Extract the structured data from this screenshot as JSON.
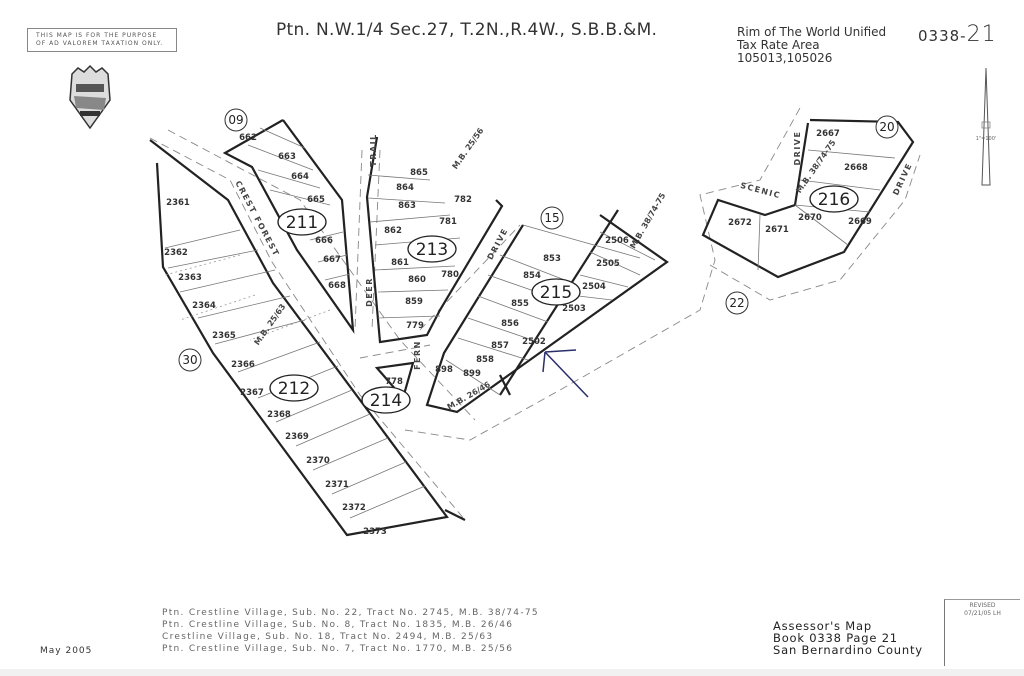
{
  "disclaimer": [
    "THIS MAP IS FOR THE PURPOSE",
    "OF AD VALOREM TAXATION ONLY."
  ],
  "title": "Ptn. N.W.1/4 Sec.27, T.2N.,R.4W., S.B.B.&M.",
  "district": [
    "Rim of The World Unified",
    "Tax Rate Area",
    "105013,105026"
  ],
  "page_number": {
    "book": "0338-",
    "page": "21"
  },
  "scale_label": "1\"=100'",
  "blocks": [
    "211",
    "212",
    "213",
    "214",
    "215",
    "216"
  ],
  "adjacent_pages": [
    "09",
    "30",
    "15",
    "20",
    "22"
  ],
  "lots": [
    "662",
    "663",
    "664",
    "665",
    "666",
    "667",
    "668",
    "2361",
    "2362",
    "2363",
    "2364",
    "2365",
    "2366",
    "2367",
    "2368",
    "2369",
    "2370",
    "2371",
    "2372",
    "2373",
    "865",
    "864",
    "863",
    "862",
    "861",
    "860",
    "859",
    "779",
    "782",
    "781",
    "780",
    "778",
    "853",
    "854",
    "855",
    "856",
    "857",
    "858",
    "898",
    "899",
    "2502",
    "2503",
    "2504",
    "2505",
    "2506",
    "2667",
    "2668",
    "2669",
    "2670",
    "2671",
    "2672"
  ],
  "roads": [
    "CREST FOREST",
    "TRAIL",
    "DEER",
    "DRIVE",
    "FERN",
    "SCENIC",
    "DRIVE",
    "DRIVE"
  ],
  "map_refs": [
    "M.B. 25/63",
    "M.B. 25/56",
    "M.B. 26/46",
    "M.B. 38/74-75",
    "M.B. 38/74-75"
  ],
  "tracts": [
    "Ptn. Crestline Village, Sub. No. 22, Tract No. 2745, M.B. 38/74-75",
    "Ptn. Crestline Village, Sub. No. 8, Tract No. 1835, M.B. 26/46",
    "Crestline Village, Sub. No. 18, Tract No. 2494, M.B. 25/63",
    "Ptn. Crestline Village, Sub. No. 7, Tract No. 1770, M.B. 25/56"
  ],
  "date": "May 2005",
  "assessor": [
    "Assessor's Map",
    "Book 0338 Page 21",
    "San Bernardino County"
  ],
  "revised": [
    "REVISED",
    "07/21/05 LH"
  ]
}
